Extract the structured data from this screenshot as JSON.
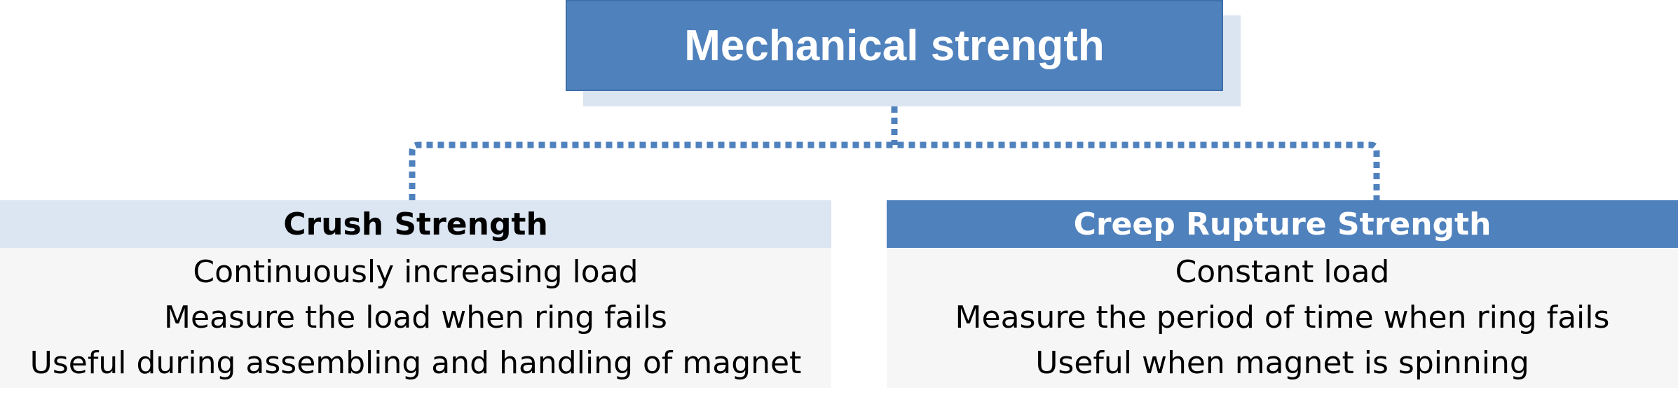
{
  "root": {
    "title": "Mechanical strength"
  },
  "colors": {
    "accent": "#4f81bd",
    "light_accent": "#dce6f2",
    "body_bg": "#f6f6f6",
    "connector": "#4f81bd"
  },
  "left": {
    "title": "Crush Strength",
    "lines": [
      "Continuously increasing load",
      "Measure the load when ring fails",
      "Useful during assembling and handling of magnet"
    ]
  },
  "right": {
    "title": "Creep Rupture Strength",
    "lines": [
      "Constant load",
      "Measure the period of time when ring fails",
      "Useful when magnet is spinning"
    ]
  }
}
